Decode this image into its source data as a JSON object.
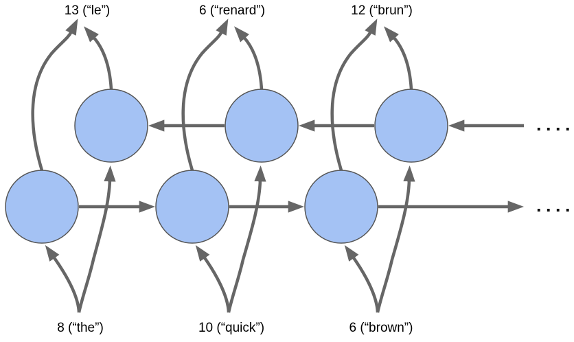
{
  "diagram": {
    "type": "bidirectional-rnn-translation",
    "columns": [
      {
        "input": {
          "token_id": "8",
          "word": "the",
          "label": "8 (“the”)"
        },
        "output": {
          "token_id": "13",
          "word": "le",
          "label": "13 (“le”)"
        }
      },
      {
        "input": {
          "token_id": "10",
          "word": "quick",
          "label": "10 (“quick”)"
        },
        "output": {
          "token_id": "6",
          "word": "renard",
          "label": "6 (“renard”)"
        }
      },
      {
        "input": {
          "token_id": "6",
          "word": "brown",
          "label": "6 (“brown”)"
        },
        "output": {
          "token_id": "12",
          "word": "brun",
          "label": "12 (“brun”)"
        }
      }
    ],
    "rows": {
      "top_direction": "right-to-left",
      "bottom_direction": "left-to-right",
      "top_node_count": 3,
      "bottom_node_count": 3
    },
    "ellipsis": {
      "top": "....",
      "bottom": "...."
    },
    "colors": {
      "node_fill": "#a4c2f4",
      "node_stroke": "#555555",
      "arrow": "#666666",
      "text": "#000000",
      "ellipsis": "#111111"
    }
  }
}
